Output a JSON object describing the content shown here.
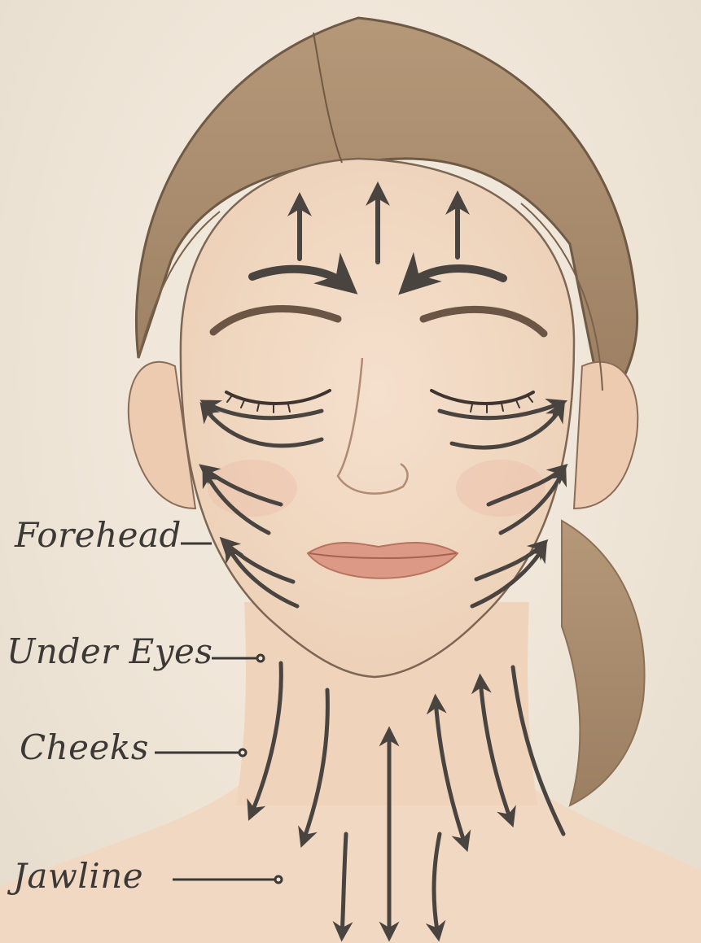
{
  "labels": {
    "forehead": "Forehead",
    "under_eyes": "Under Eyes",
    "cheeks": "Cheeks",
    "jawline": "Jawline"
  },
  "colors": {
    "background": "#efe6da",
    "skin": "#f1d9c3",
    "hair": "#a88b6c",
    "arrow": "#4a4440",
    "lips": "#dc9a86"
  }
}
